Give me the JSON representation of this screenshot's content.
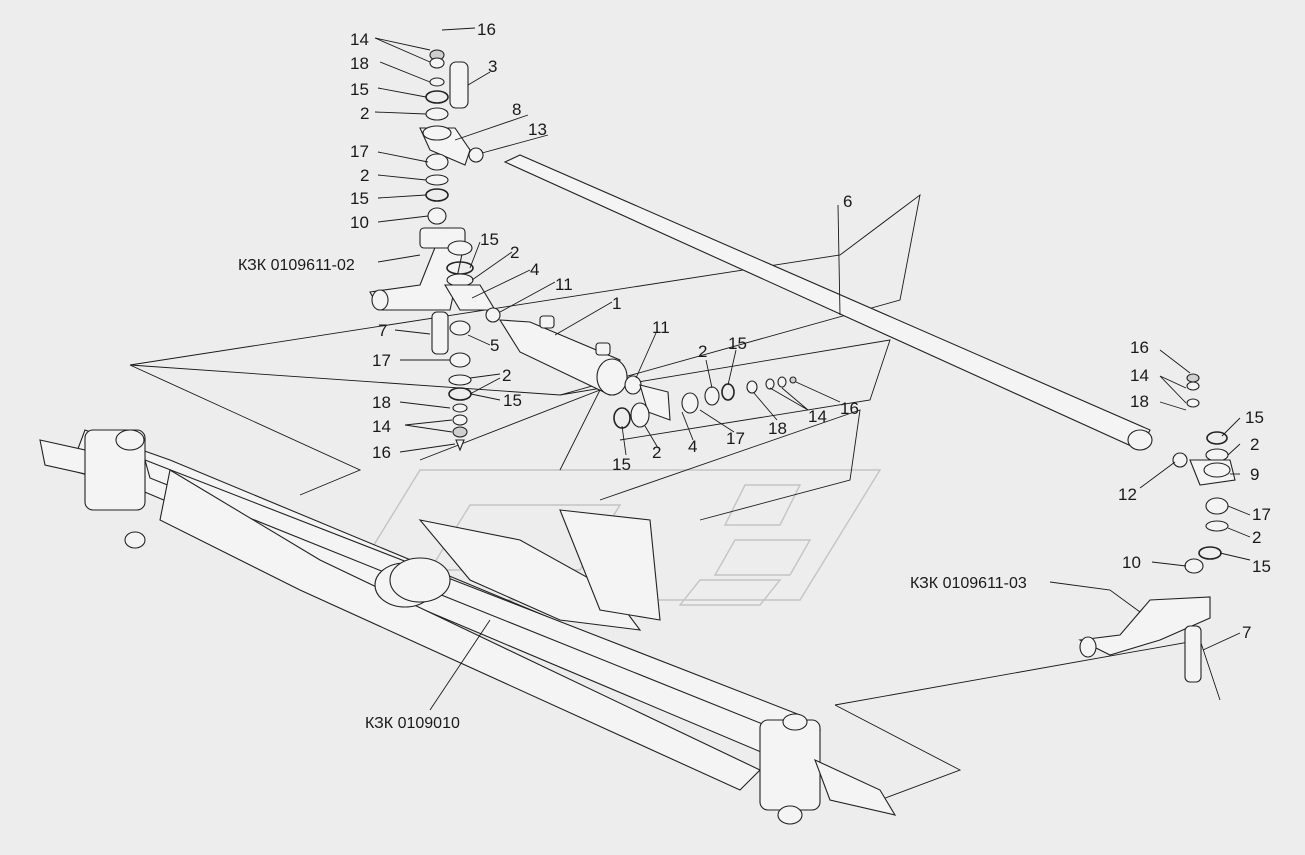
{
  "assemblies": {
    "axle": "КЗК 0109010",
    "left_knuckle": "КЗК 0109611-02",
    "right_knuckle": "КЗК 0109611-03"
  },
  "left_stack": {
    "l16": "16",
    "l14": "14",
    "l18": "18",
    "l15a": "15",
    "l2a": "2",
    "l3": "3",
    "l8": "8",
    "l13": "13",
    "l17": "17",
    "l2b": "2",
    "l15b": "15",
    "l10": "10"
  },
  "center": {
    "l15c": "15",
    "l2c": "2",
    "l4": "4",
    "l11a": "11",
    "l1": "1",
    "l7": "7",
    "l5": "5",
    "l17b": "17",
    "l2d": "2",
    "l18b": "18",
    "l15d": "15",
    "l14b": "14",
    "l16b": "16",
    "l6": "6"
  },
  "cylinder_end": {
    "l11b": "11",
    "l2e": "2",
    "l15e": "15",
    "l15f": "15",
    "l2f": "2",
    "l4b": "4",
    "l17c": "17",
    "l18c": "18",
    "l14c": "14",
    "l16c": "16"
  },
  "right_stack": {
    "l16": "16",
    "l14": "14",
    "l18": "18",
    "l15a": "15",
    "l2a": "2",
    "l9": "9",
    "l12": "12",
    "l17": "17",
    "l2b": "2",
    "l15b": "15",
    "l10": "10",
    "l7": "7"
  }
}
